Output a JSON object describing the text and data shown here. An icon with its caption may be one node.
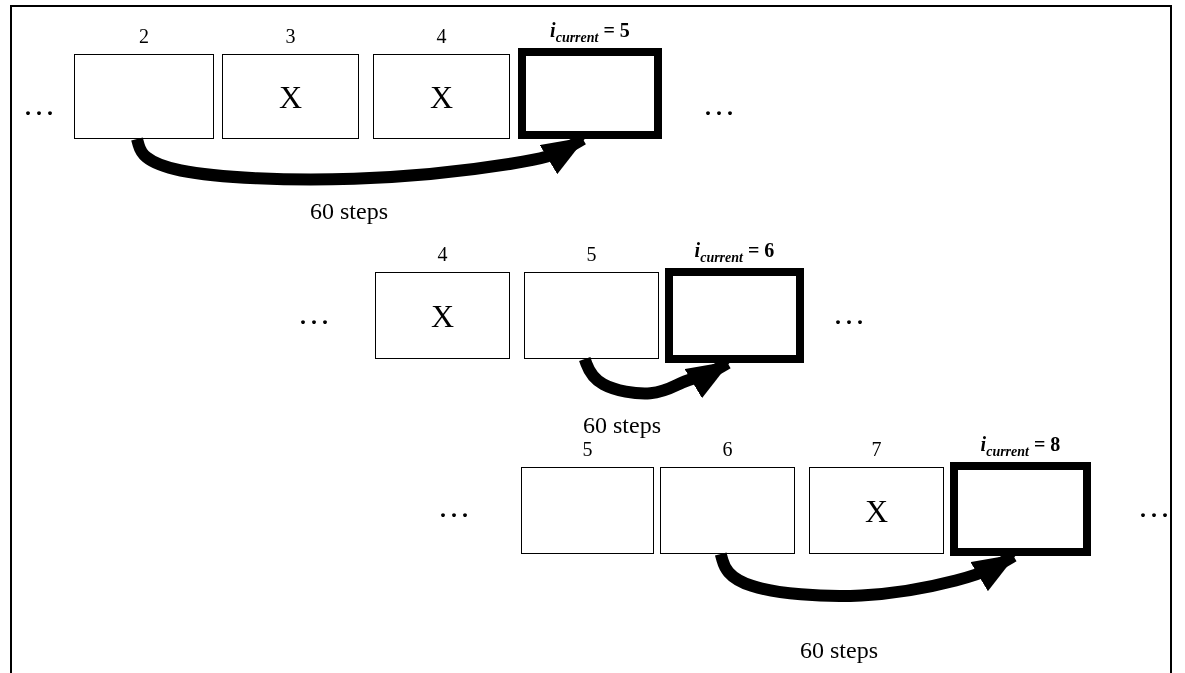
{
  "diagram": {
    "nodes": [
      {
        "text": [
          "2"
        ]
      },
      {
        "text": [
          "3",
          "X"
        ]
      },
      {
        "text": [
          "4",
          "X"
        ]
      },
      {
        "text": [
          "*i*$_{current}$ = 5"
        ]
      },
      {
        "text": [
          "4",
          "X"
        ]
      },
      {
        "text": [
          "5"
        ]
      },
      {
        "text": [
          "*i*$_{current}$ = 6"
        ]
      },
      {
        "text": [
          "5"
        ]
      },
      {
        "text": [
          "6"
        ]
      },
      {
        "text": [
          "7",
          "X"
        ]
      },
      {
        "text": [
          "*i*$_{current}$ = 8"
        ]
      }
    ],
    "edges": [
      {
        "from": 0,
        "to": 3,
        "arrow": "to",
        "label": "60 steps"
      },
      {
        "from": 5,
        "to": 6,
        "arrow": "to",
        "label": "60 steps"
      },
      {
        "from": 8,
        "to": 10,
        "arrow": "to",
        "label": "60 steps"
      }
    ],
    "labels": [
      "...",
      "...",
      "...",
      "...",
      "...",
      "..."
    ]
  }
}
